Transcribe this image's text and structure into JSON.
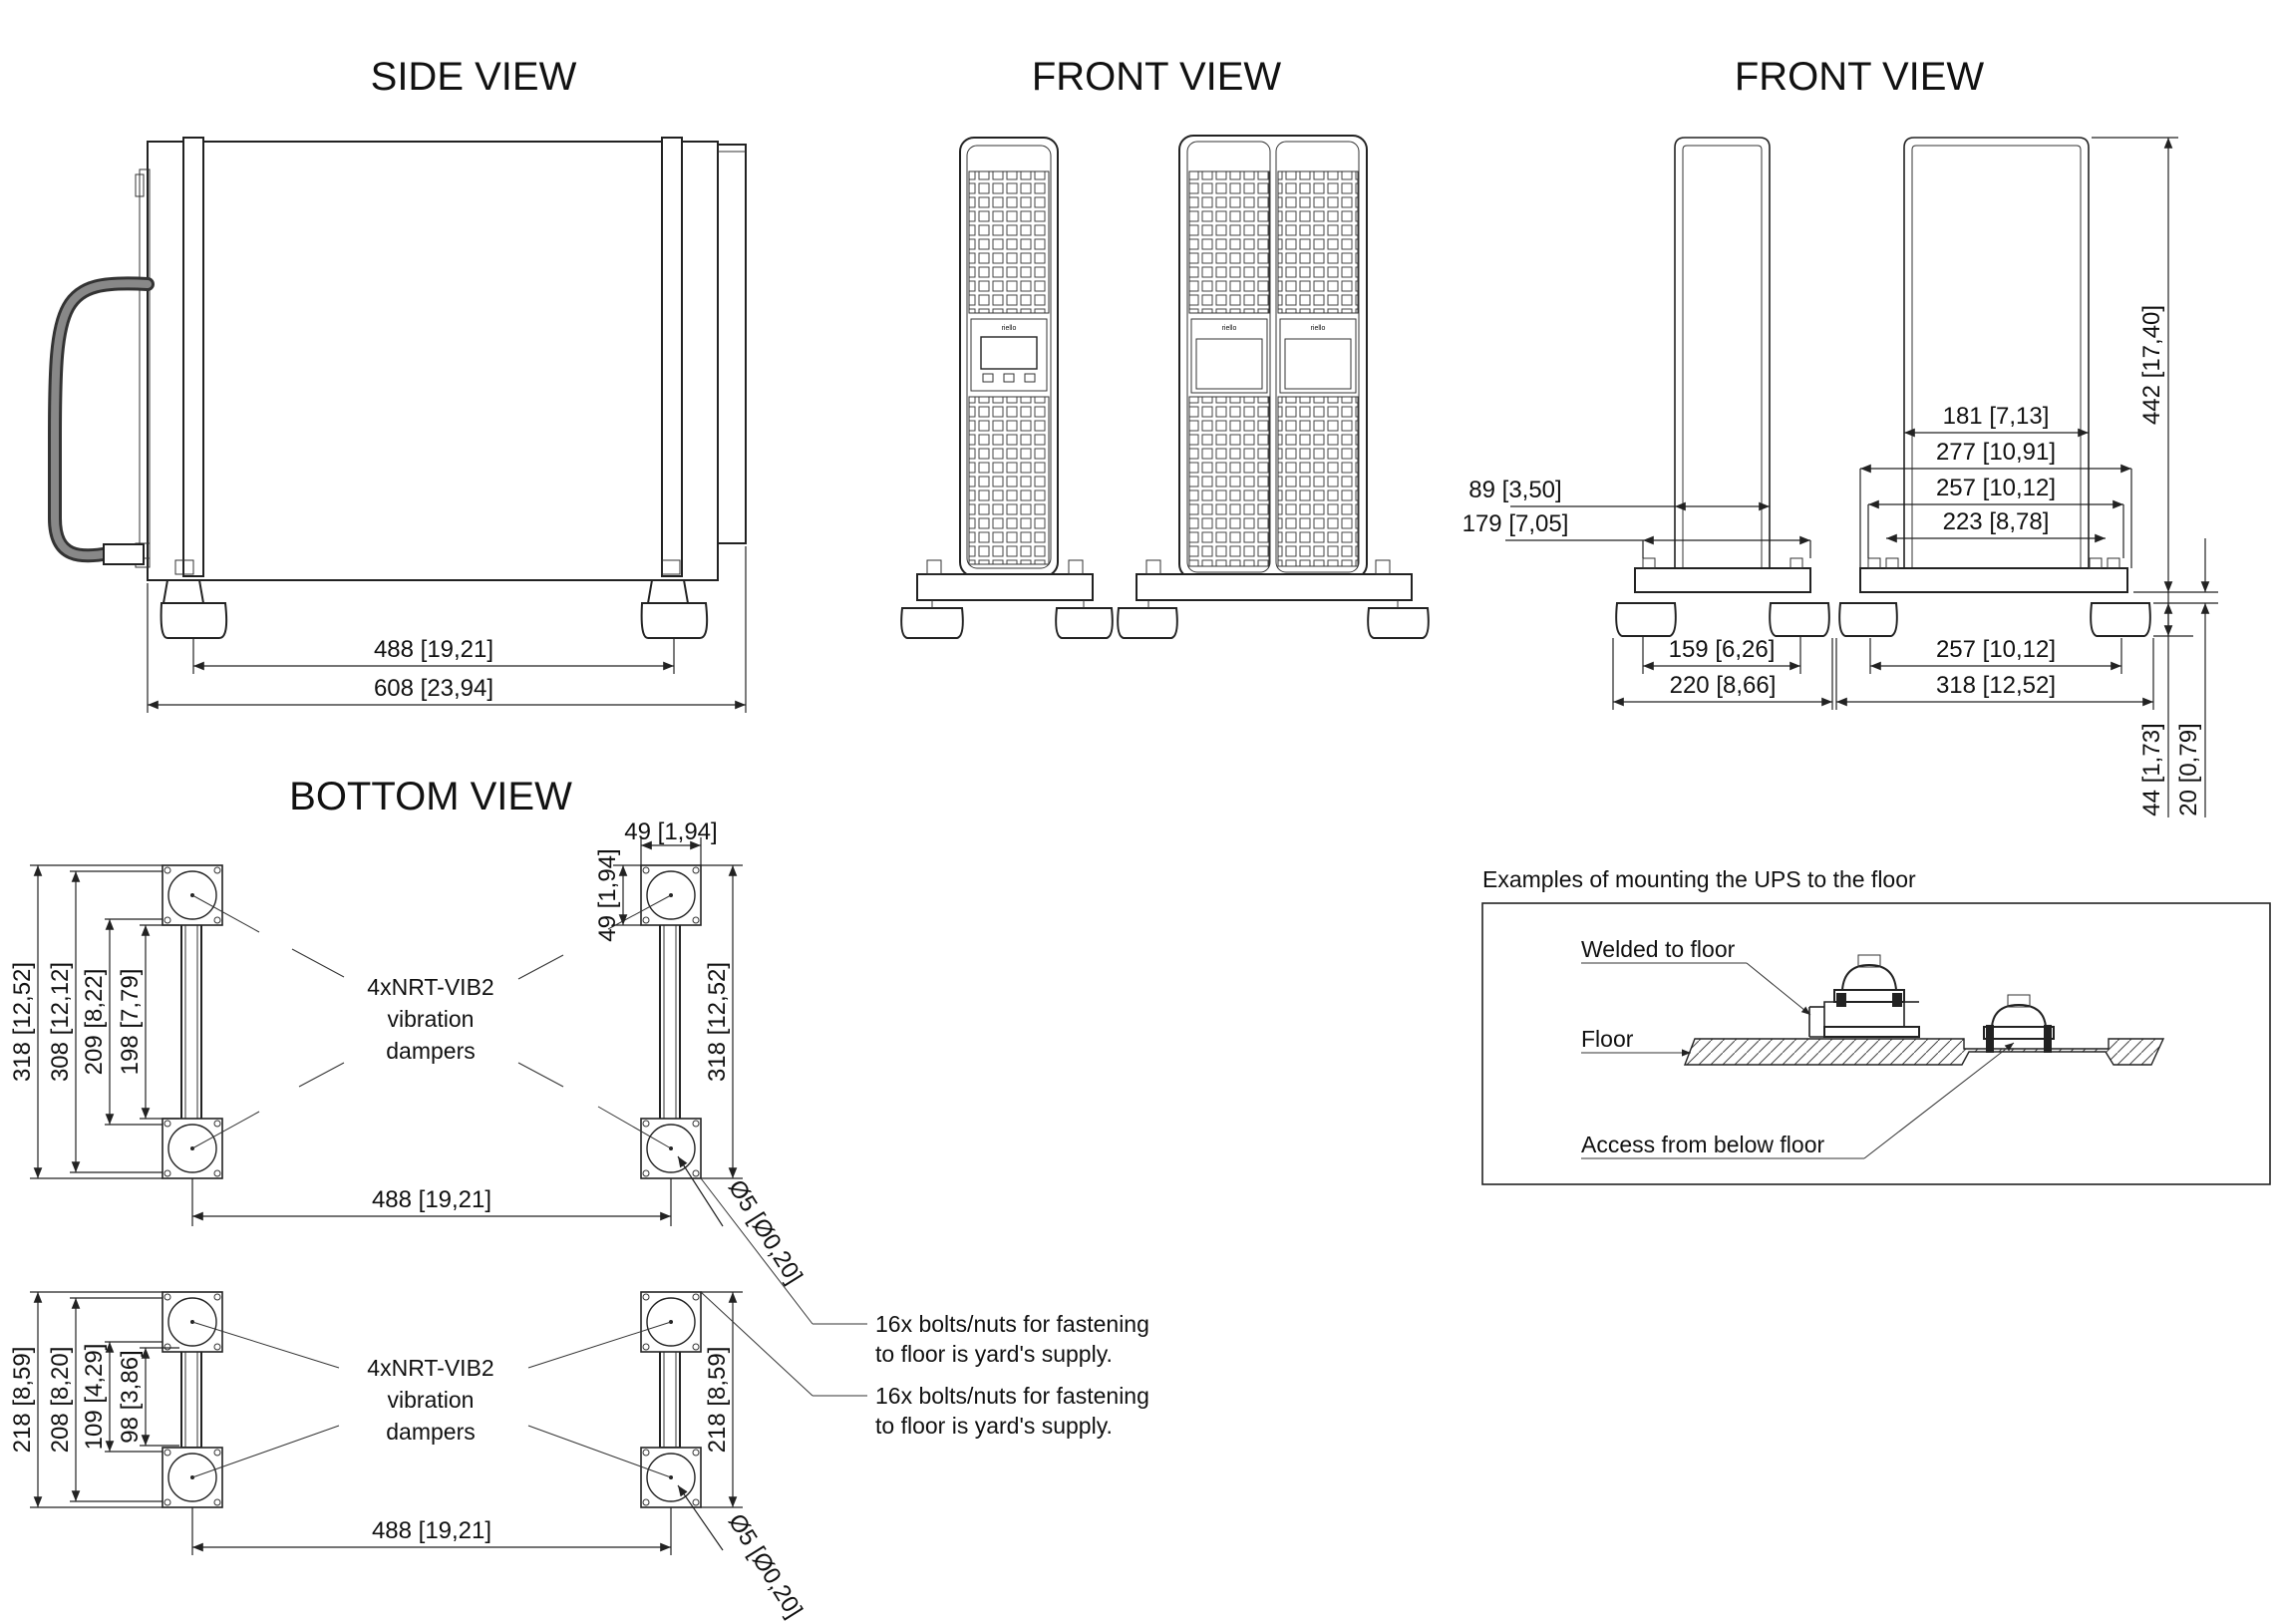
{
  "titles": {
    "side_view": "SIDE VIEW",
    "front_view_1": "FRONT VIEW",
    "front_view_2": "FRONT VIEW",
    "bottom_view": "BOTTOM VIEW"
  },
  "side_dims": {
    "d488": "488 [19,21]",
    "d608": "608 [23,94]"
  },
  "front_dims": {
    "d89": "89 [3,50]",
    "d179": "179 [7,05]",
    "d181": "181 [7,13]",
    "d277": "277 [10,91]",
    "d257a": "257 [10,12]",
    "d223": "223 [8,78]",
    "d442": "442 [17,40]",
    "d159": "159 [6,26]",
    "d220": "220 [8,66]",
    "d257b": "257 [10,12]",
    "d318": "318 [12,52]",
    "d44": "44 [1,73]",
    "d20": "20 [0,79]"
  },
  "bottom_dims": {
    "d318_left": "318 [12,52]",
    "d308": "308 [12,12]",
    "d209": "209 [8,22]",
    "d198": "198 [7,79]",
    "d49_top": "49 [1,94]",
    "d49_side": "49 [1,94]",
    "d318_right": "318 [12,52]",
    "d488_top": "488 [19,21]",
    "d5_top": "Ø5 [Ø0,20]",
    "d218_left": "218 [8,59]",
    "d208": "208 [8,20]",
    "d109": "109 [4,29]",
    "d98": "98 [3,86]",
    "d218_right": "218 [8,59]",
    "d488_bottom": "488 [19,21]",
    "d5_bottom": "Ø5 [Ø0,20]"
  },
  "labels": {
    "damper_top": [
      "4xNRT-VIB2",
      "vibration",
      "dampers"
    ],
    "damper_bottom": [
      "4xNRT-VIB2",
      "vibration",
      "dampers"
    ],
    "bolts_1": [
      "16x bolts/nuts for fastening",
      "to floor is yard's supply."
    ],
    "bolts_2": [
      "16x bolts/nuts for fastening",
      "to floor is yard's supply."
    ]
  },
  "mounting": {
    "title": "Examples of mounting the UPS to the floor",
    "welded": "Welded to floor",
    "floor": "Floor",
    "access": "Access from below floor"
  },
  "brand": {
    "logo_text": "riello"
  }
}
